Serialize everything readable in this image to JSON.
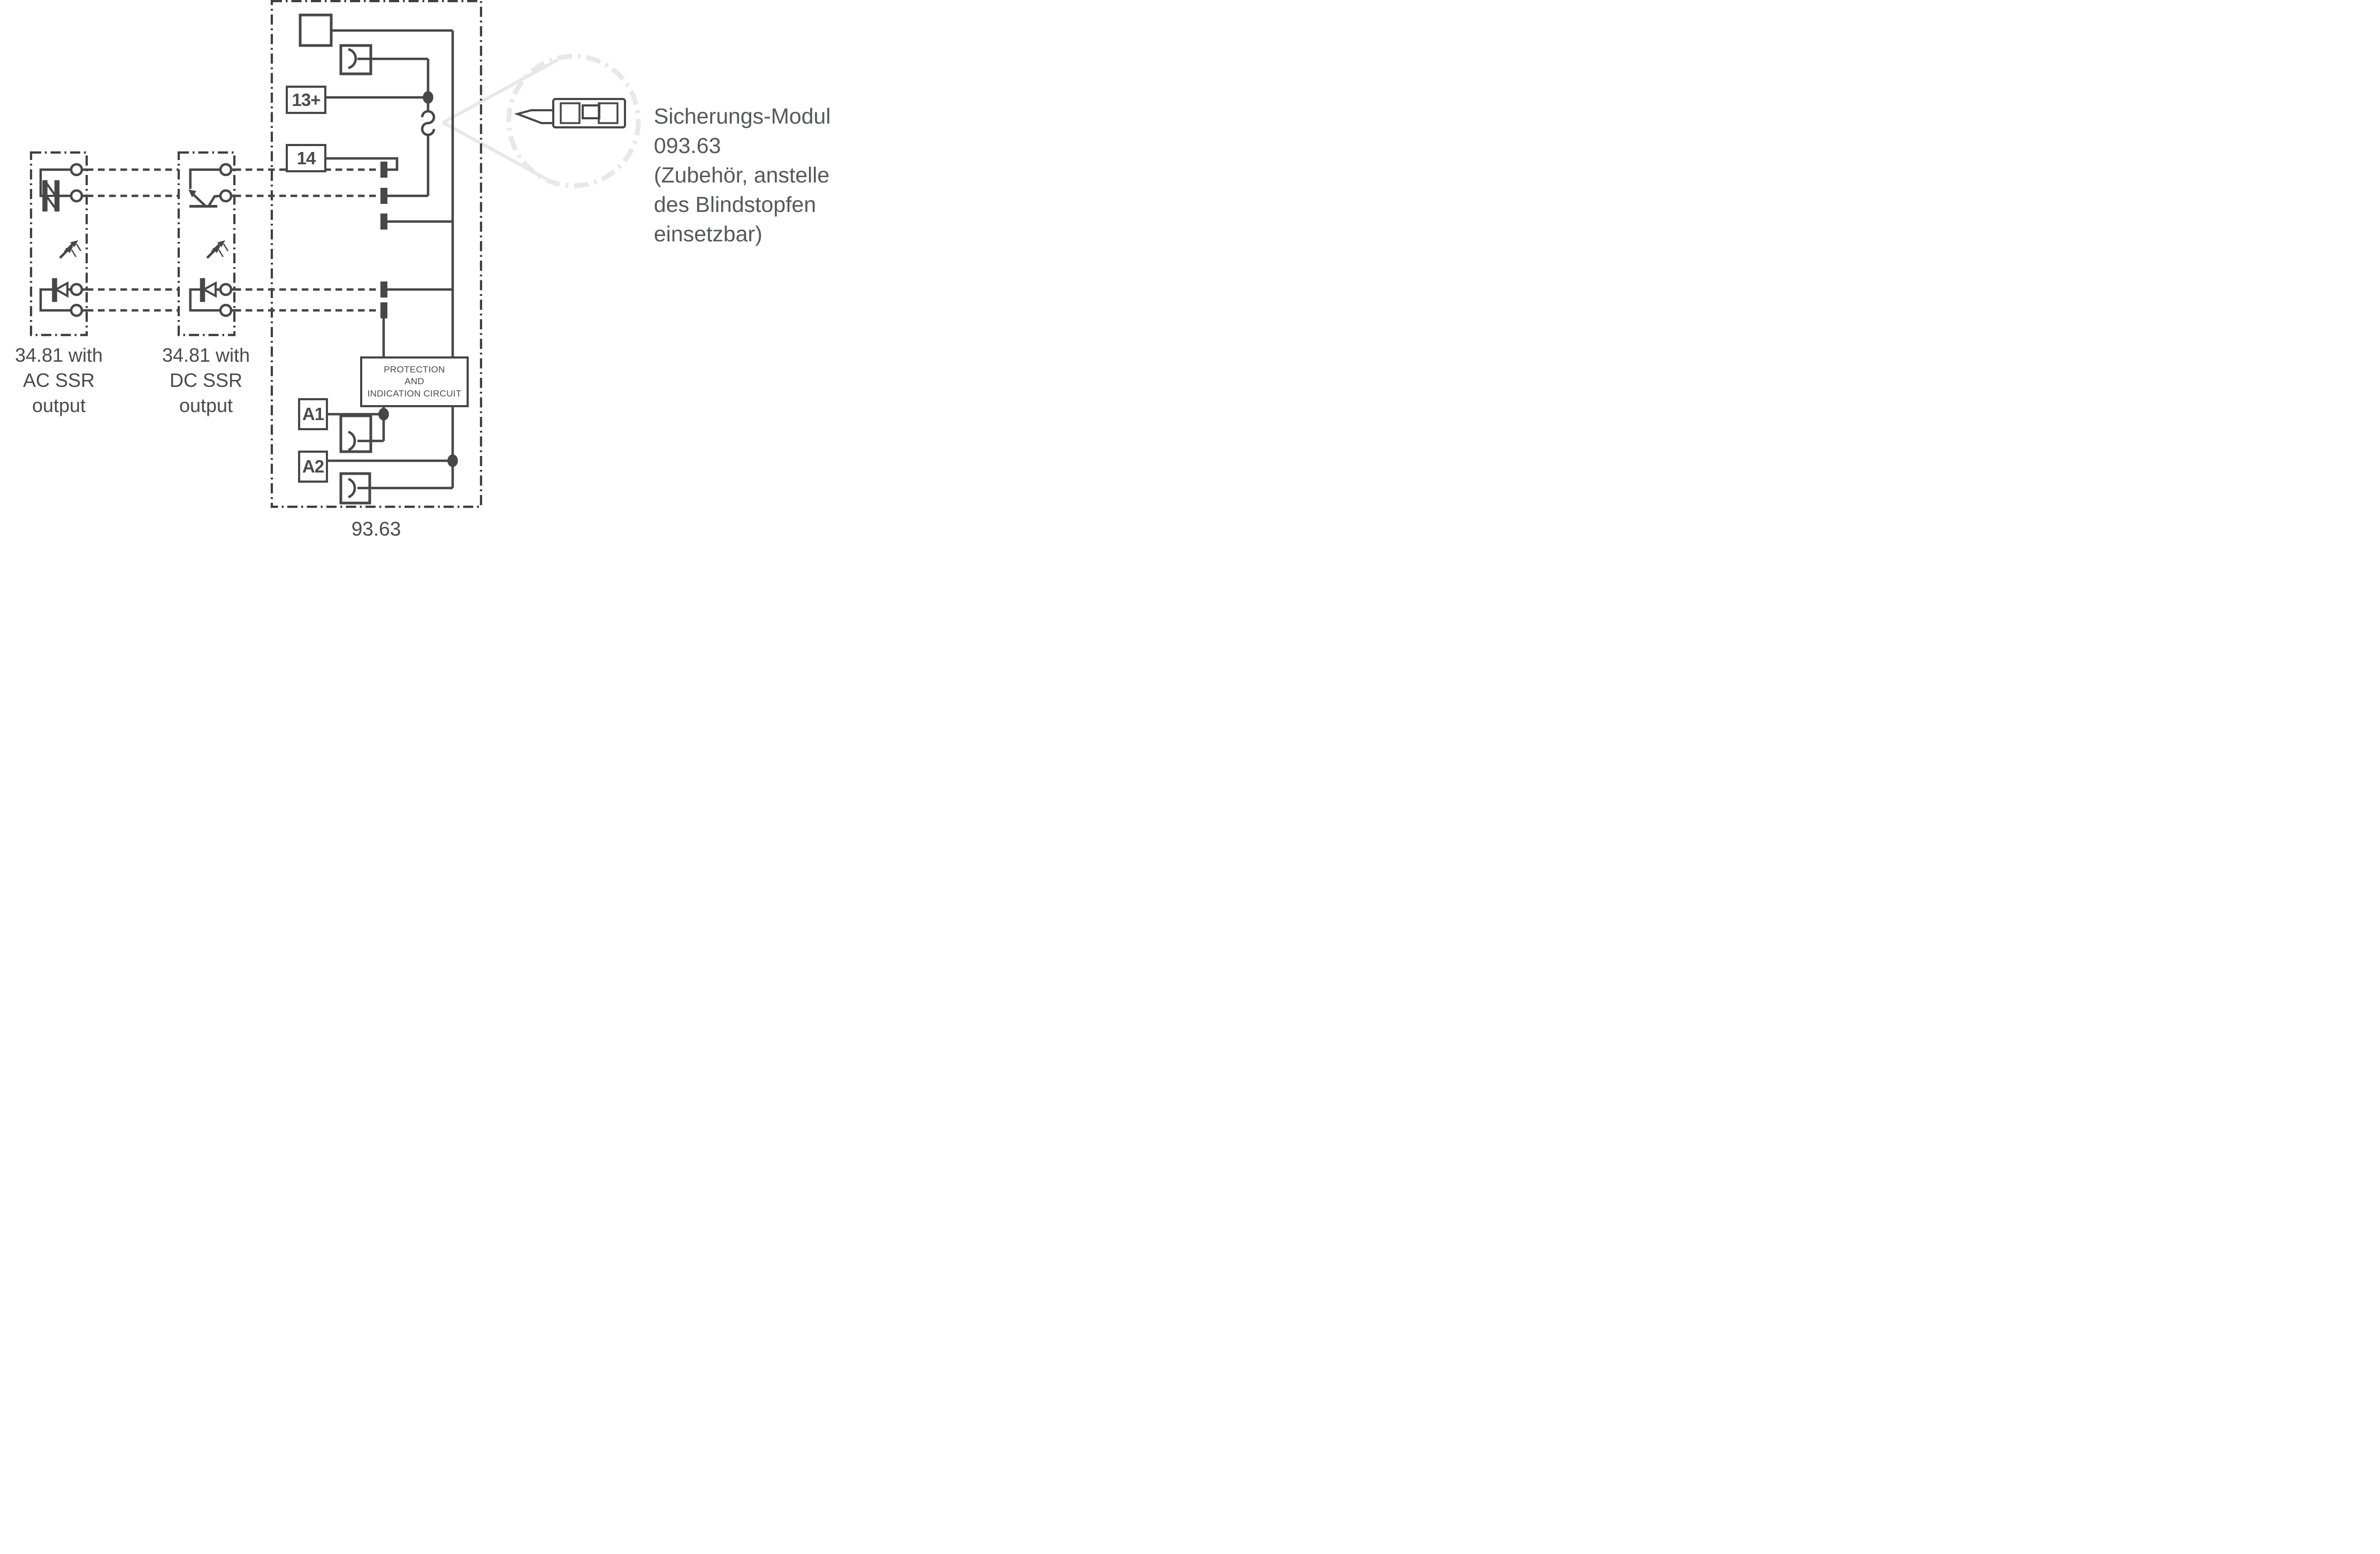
{
  "diagram": {
    "type": "wiring-schematic",
    "colors": {
      "line": "#474747",
      "text": "#4a4a4a",
      "callout_gray": "#e8e8e8",
      "background": "#ffffff"
    },
    "socket": {
      "label": "93.63",
      "terminal_13": "13+",
      "terminal_14": "14",
      "terminal_a1": "A1",
      "terminal_a2": "A2",
      "protection_line1": "PROTECTION",
      "protection_line2": "AND",
      "protection_line3": "INDICATION CIRCUIT"
    },
    "relay_ac": {
      "line1": "34.81 with",
      "line2": "AC SSR output"
    },
    "relay_dc": {
      "line1": "34.81 with",
      "line2": "DC SSR output"
    },
    "fuse_callout": {
      "line1": "Sicherungs-Modul",
      "line2": "093.63",
      "line3": "(Zubehör, anstelle",
      "line4": "des Blindstopfen",
      "line5": "einsetzbar)"
    }
  }
}
